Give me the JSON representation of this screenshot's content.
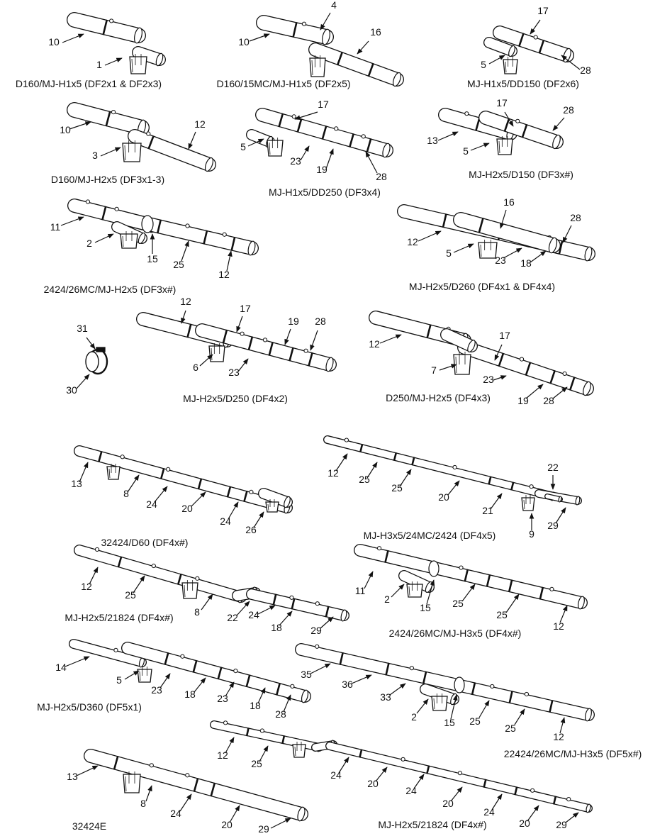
{
  "diagram": {
    "assemblies": [
      {
        "id": "a1",
        "caption": "D160/MJ-H1x5 (DF2x1 & DF2x3)",
        "callouts": [
          "10",
          "1"
        ]
      },
      {
        "id": "a2",
        "caption": "D160/15MC/MJ-H1x5 (DF2x5)",
        "callouts": [
          "4",
          "10",
          "16"
        ]
      },
      {
        "id": "a3",
        "caption": "MJ-H1x5/DD150 (DF2x6)",
        "callouts": [
          "17",
          "5",
          "28"
        ]
      },
      {
        "id": "a4",
        "caption": "D160/MJ-H2x5 (DF3x1-3)",
        "callouts": [
          "10",
          "12",
          "3"
        ]
      },
      {
        "id": "a5",
        "caption": "MJ-H1x5/DD250 (DF3x4)",
        "callouts": [
          "17",
          "5",
          "23",
          "19",
          "28"
        ]
      },
      {
        "id": "a6",
        "caption": "MJ-H2x5/D150 (DF3x#)",
        "callouts": [
          "17",
          "28",
          "13",
          "5"
        ]
      },
      {
        "id": "a7",
        "caption": "2424/26MC/MJ-H2x5 (DF3x#)",
        "callouts": [
          "11",
          "2",
          "15",
          "25",
          "12"
        ]
      },
      {
        "id": "a8",
        "caption": "MJ-H2x5/D260 (DF4x1 & DF4x4)",
        "callouts": [
          "16",
          "28",
          "12",
          "5",
          "23",
          "18"
        ]
      },
      {
        "id": "a9",
        "caption": "",
        "callouts": [
          "31",
          "30"
        ]
      },
      {
        "id": "a10",
        "caption": "MJ-H2x5/D250 (DF4x2)",
        "callouts": [
          "12",
          "17",
          "19",
          "28",
          "6",
          "23"
        ]
      },
      {
        "id": "a11",
        "caption": "D250/MJ-H2x5 (DF4x3)",
        "callouts": [
          "12",
          "17",
          "7",
          "23",
          "19",
          "28"
        ]
      },
      {
        "id": "a12",
        "caption": "32424/D60 (DF4x#)",
        "callouts": [
          "13",
          "8",
          "24",
          "20",
          "24",
          "26"
        ]
      },
      {
        "id": "a13",
        "caption": "MJ-H3x5/24MC/2424 (DF4x5)",
        "callouts": [
          "12",
          "25",
          "25",
          "20",
          "22",
          "21",
          "29",
          "9"
        ]
      },
      {
        "id": "a14",
        "caption": "MJ-H2x5/21824 (DF4x#)",
        "callouts": [
          "12",
          "25",
          "8",
          "22",
          "24",
          "18",
          "29"
        ]
      },
      {
        "id": "a15",
        "caption": "2424/26MC/MJ-H3x5 (DF4x#)",
        "callouts": [
          "11",
          "2",
          "15",
          "25",
          "25",
          "12"
        ]
      },
      {
        "id": "a16",
        "caption": "MJ-H2x5/D360 (DF5x1)",
        "callouts": [
          "14",
          "5",
          "23",
          "18",
          "23",
          "18",
          "28"
        ]
      },
      {
        "id": "a17",
        "caption": "22424/26MC/MJ-H3x5 (DF5x#)",
        "callouts": [
          "35",
          "36",
          "33",
          "2",
          "15",
          "25",
          "25",
          "12"
        ]
      },
      {
        "id": "a18",
        "caption": "MJ-H2x5/21824 (DF4x#)",
        "callouts": [
          "12",
          "25",
          "24",
          "20",
          "24",
          "20",
          "24",
          "20",
          "29"
        ]
      },
      {
        "id": "a19",
        "caption": "32424E",
        "callouts": [
          "13",
          "8",
          "24",
          "20",
          "29"
        ]
      }
    ]
  }
}
